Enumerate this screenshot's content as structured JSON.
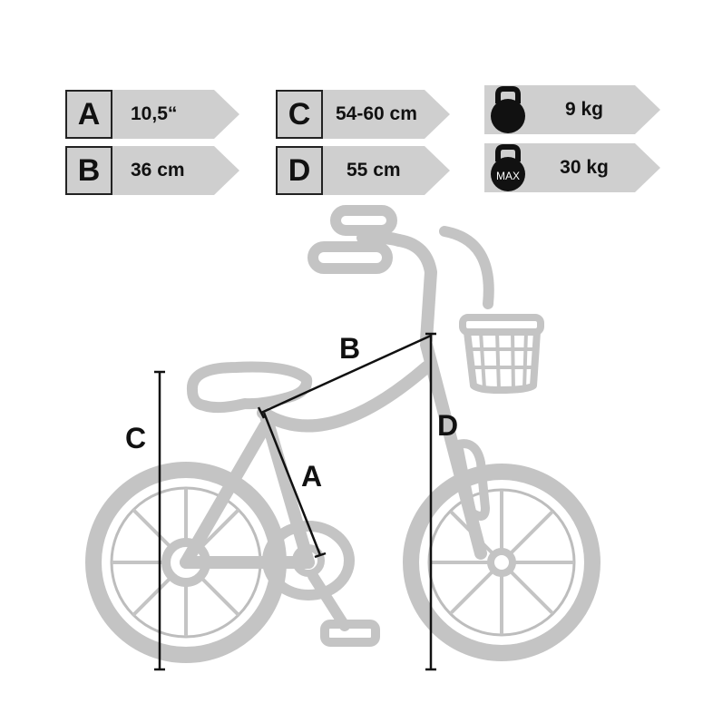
{
  "specs": {
    "a": {
      "key": "A",
      "value": "10,5“"
    },
    "b": {
      "key": "B",
      "value": "36 cm"
    },
    "c": {
      "key": "C",
      "value": "54-60 cm"
    },
    "d": {
      "key": "D",
      "value": "55 cm"
    },
    "weight": {
      "icon": "kettlebell-icon",
      "value": "9 kg"
    },
    "max_load": {
      "icon": "kettlebell-max-icon",
      "icon_text": "MAX",
      "value": "30 kg"
    }
  },
  "diagram": {
    "label_a": "A",
    "label_b": "B",
    "label_c": "C",
    "label_d": "D"
  },
  "colors": {
    "tag_fill": "#cfcfcf",
    "bike_gray": "#c4c4c4",
    "bike_outline": "#a9a9a9",
    "dimension_line": "#111111"
  }
}
